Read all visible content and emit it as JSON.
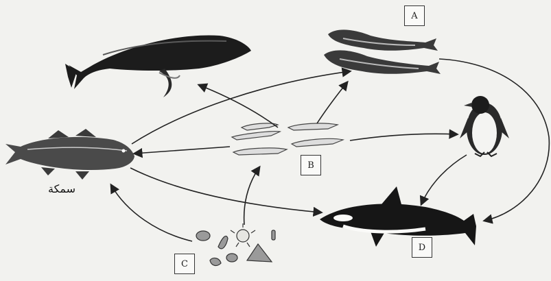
{
  "labels": {
    "A": "A",
    "B": "B",
    "C": "C",
    "D": "D",
    "fish": "سمكة"
  }
}
